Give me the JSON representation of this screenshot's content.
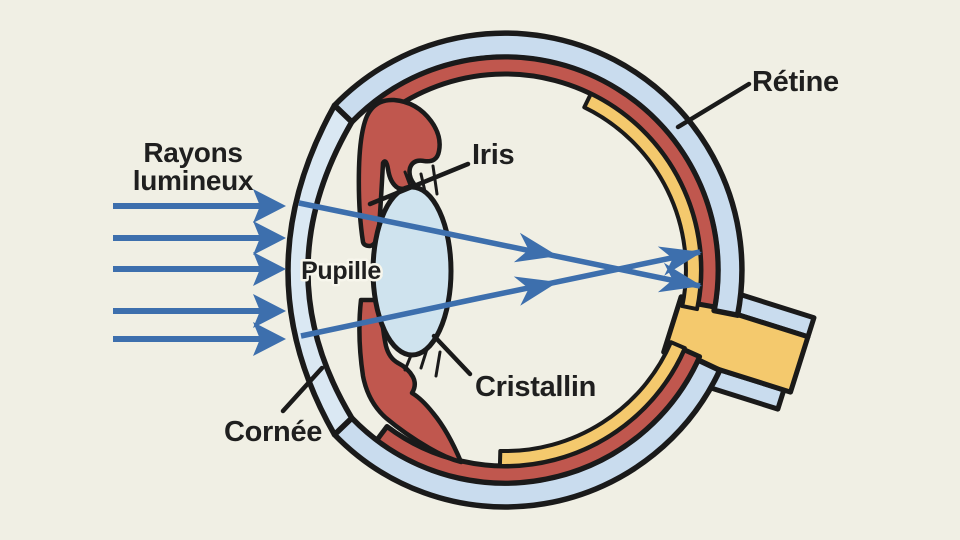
{
  "background_color": "#f0efe4",
  "colors": {
    "outline": "#1a1a1a",
    "sclera": "#c9dcee",
    "cornea": "#dae8f3",
    "choroid": "#c0574e",
    "retina_yellow": "#f4c96d",
    "lens": "#cfe3ee",
    "ray_blue": "#3d6fad",
    "text": "#1f1f1f"
  },
  "labels": {
    "light_rays_line1": "Rayons",
    "light_rays_line2": "lumineux",
    "iris": "Iris",
    "pupil": "Pupille",
    "lens": "Cristallin",
    "cornea": "Cornée",
    "retina": "Rétine"
  },
  "incoming_ray_count": 5
}
